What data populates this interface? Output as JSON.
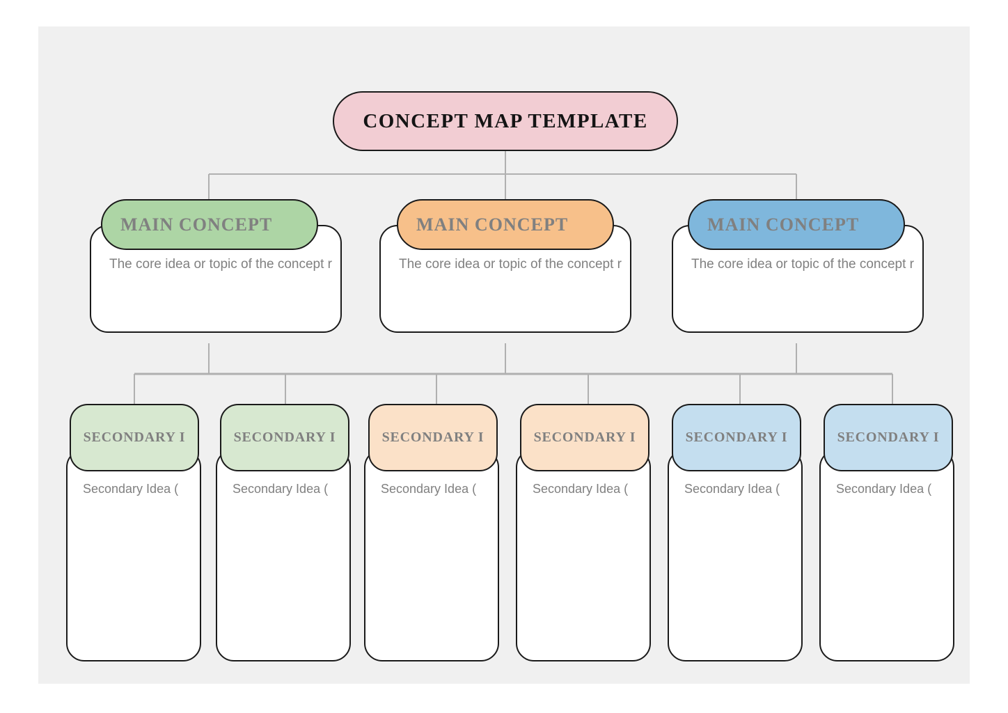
{
  "canvas": {
    "background_color": "#f0f0f0",
    "page_background_color": "#ffffff"
  },
  "diagram": {
    "type": "concept-map",
    "title": "CONCEPT MAP TEMPLATE",
    "root": {
      "label": "CONCEPT MAP TEMPLATE",
      "fill_color": "#f2cdd3",
      "text_color": "#141414",
      "border_color": "#1a1a1a"
    },
    "connector_color": "#b0b0b0",
    "main_concepts": [
      {
        "label": "MAIN CONCEPT",
        "description": "The core idea or topic of the concept r",
        "fill_color": "#add5a5",
        "label_color": "#808080",
        "card_fill": "#ffffff",
        "branch": "green"
      },
      {
        "label": "MAIN CONCEPT",
        "description": "The core idea or topic of the concept r",
        "fill_color": "#f7c08a",
        "label_color": "#808080",
        "card_fill": "#ffffff",
        "branch": "orange"
      },
      {
        "label": "MAIN CONCEPT",
        "description": "The core idea or topic of the concept r",
        "fill_color": "#7fb7dc",
        "label_color": "#808080",
        "card_fill": "#ffffff",
        "branch": "blue"
      }
    ],
    "secondary_ideas": [
      {
        "label": "SECONDARY I",
        "description": "Secondary Idea (",
        "fill_color": "#d7e8d0",
        "label_color": "#808080",
        "branch": "green"
      },
      {
        "label": "SECONDARY I",
        "description": "Secondary Idea (",
        "fill_color": "#d7e8d0",
        "label_color": "#808080",
        "branch": "green"
      },
      {
        "label": "SECONDARY I",
        "description": "Secondary Idea (",
        "fill_color": "#fbe1c8",
        "label_color": "#808080",
        "branch": "orange"
      },
      {
        "label": "SECONDARY I",
        "description": "Secondary Idea (",
        "fill_color": "#fbe1c8",
        "label_color": "#808080",
        "branch": "orange"
      },
      {
        "label": "SECONDARY I",
        "description": "Secondary Idea (",
        "fill_color": "#c4deef",
        "label_color": "#808080",
        "branch": "blue"
      },
      {
        "label": "SECONDARY I",
        "description": "Secondary Idea (",
        "fill_color": "#c4deef",
        "label_color": "#808080",
        "branch": "blue"
      }
    ]
  }
}
